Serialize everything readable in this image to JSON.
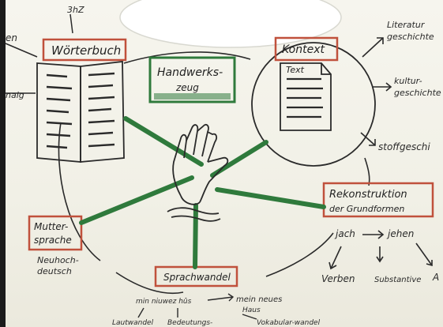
{
  "labels": {
    "top_partial": "3hZ",
    "left_top_partial": "en",
    "left_mid_partial": "naig",
    "woerterbuch": "Wörterbuch",
    "handwerkszeug_line1": "Handwerks-",
    "handwerkszeug_line2": "zeug",
    "kontext": "Kontext",
    "text": "Text",
    "literatur_line1": "Literatur",
    "literatur_line2": "geschichte",
    "kultur_line1": "kultur-",
    "kultur_line2": "geschichte",
    "stoff": "stoffgeschi",
    "rekonstruktion_line1": "Rekonstruktion",
    "rekonstruktion_line2": "der Grundformen",
    "jach": "jach",
    "jehen": "jehen",
    "verben": "Verben",
    "substantive": "Substantive",
    "adj_partial": "A",
    "muttersprache_line1": "Mutter-",
    "muttersprache_line2": "sprache",
    "neuhochdeutsch_line1": "Neuhoch-",
    "neuhochdeutsch_line2": "deutsch",
    "sprachwandel": "Sprachwandel",
    "example1": "min niuwez hûs",
    "example2_line1": "mein neues",
    "example2_line2": "Haus",
    "bottom1": "Lautwandel",
    "bottom2": "Bedeutungs-",
    "bottom3": "Vokabular-wandel"
  },
  "colors": {
    "box_red": "#c0513c",
    "green": "#2f7a3c",
    "ink": "#2a2a2a"
  }
}
